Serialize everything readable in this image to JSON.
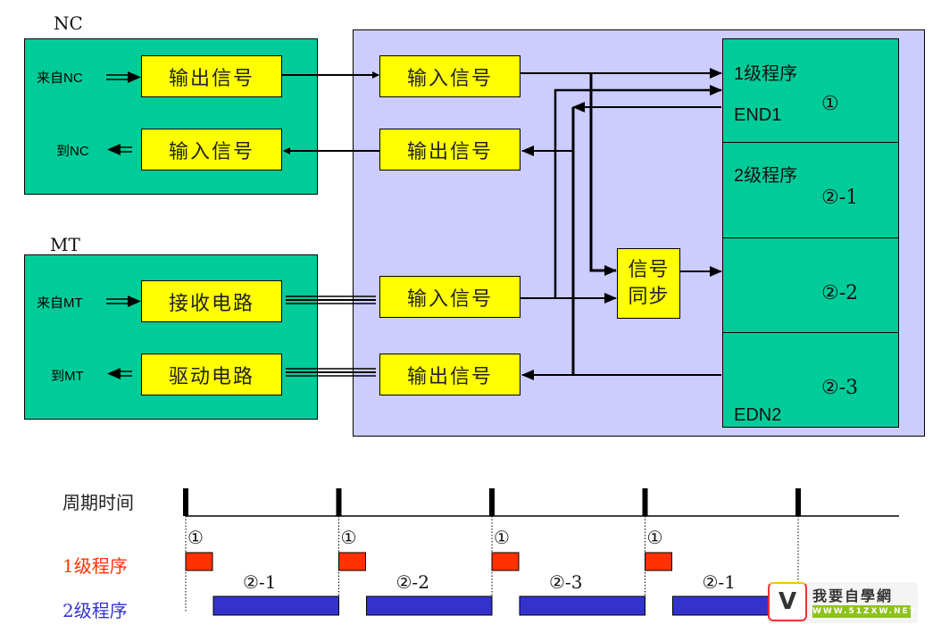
{
  "nc_group": {
    "title": "NC",
    "from_label": "来自NC",
    "to_label": "到NC",
    "output_box": "输出信号",
    "input_box": "输入信号"
  },
  "mt_group": {
    "title": "MT",
    "from_label": "来自MT",
    "to_label": "到MT",
    "receive_box": "接收电路",
    "drive_box": "驱动电路"
  },
  "controller": {
    "input_nc": "输入信号",
    "output_nc": "输出信号",
    "input_mt": "输入信号",
    "output_mt": "输出信号",
    "sync_line1": "信号",
    "sync_line2": "同步",
    "programs": {
      "level1_title": "1级程序",
      "level1_end": "END1",
      "level1_mark": "①",
      "level2_title": "2级程序",
      "level2_mark1": "②-1",
      "level2_mark2": "②-2",
      "level2_mark3": "②-3",
      "level2_end": "EDN2"
    }
  },
  "timeline": {
    "axis_label": "周期时间",
    "row1_label": "1级程序",
    "row2_label": "2级程序",
    "row1_color": "#ff3300",
    "row2_color": "#3333cc",
    "cycles": 4,
    "level1_marks": [
      "①",
      "①",
      "①",
      "①"
    ],
    "level2_marks": [
      "②-1",
      "②-2",
      "②-3",
      "②-1"
    ]
  },
  "watermark": {
    "title": "我要自學網",
    "url": "WWW.51ZXW.NET"
  }
}
